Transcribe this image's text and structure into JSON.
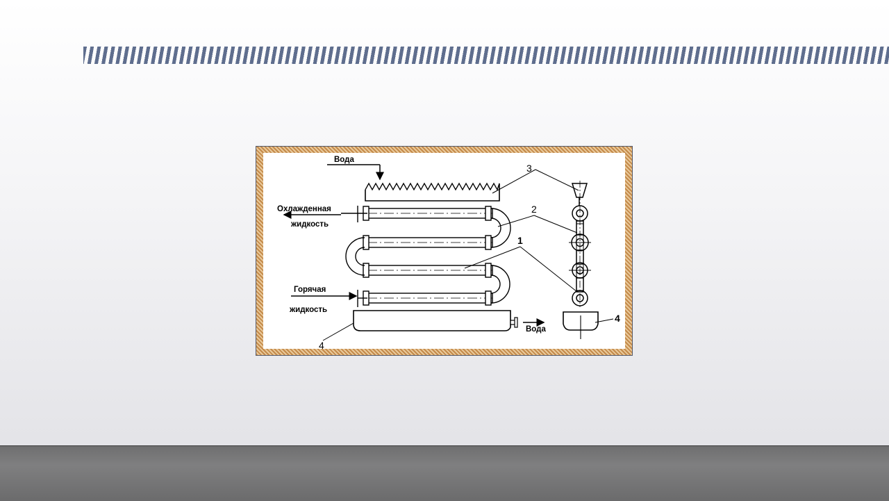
{
  "diagram": {
    "labels": {
      "water_in": "Вода",
      "cooled_line1": "Охлажденная",
      "cooled_line2": "жидкость",
      "hot_line1": "Горячая",
      "hot_line2": "жидкость",
      "water_out": "Вода",
      "num_3": "3",
      "num_2": "2",
      "num_1": "1",
      "num_4_left": "4",
      "num_4_right": "4"
    }
  }
}
